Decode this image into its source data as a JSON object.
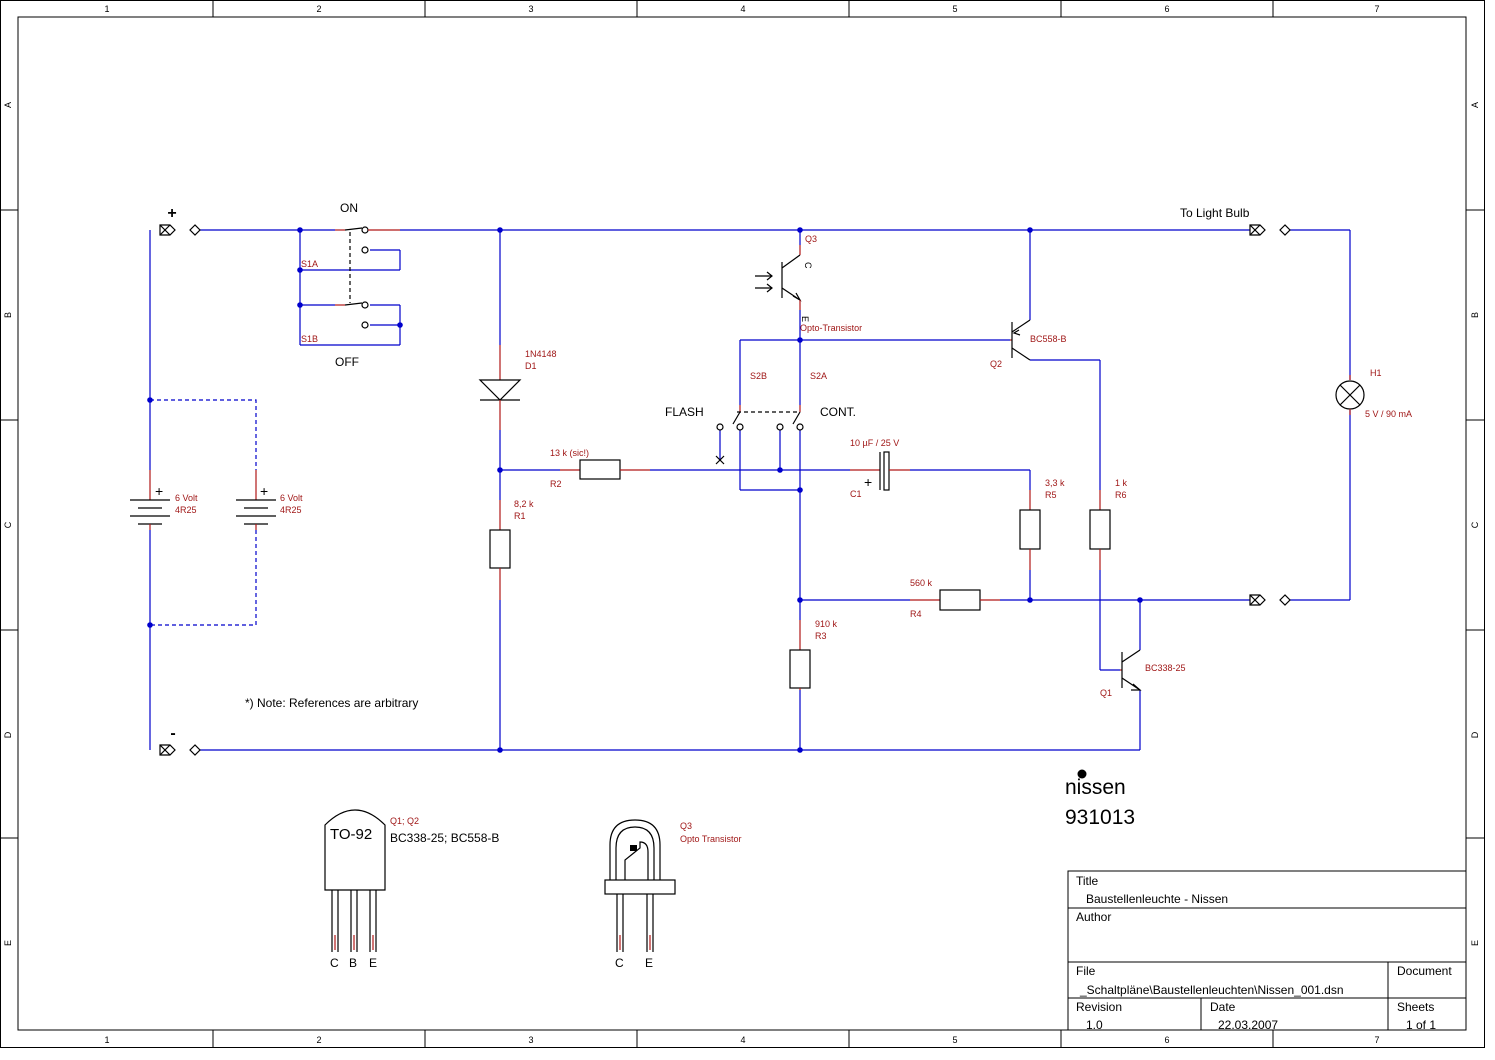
{
  "frame": {
    "col_labels": [
      "1",
      "2",
      "3",
      "4",
      "5",
      "6",
      "7"
    ],
    "row_labels": [
      "A",
      "B",
      "C",
      "D",
      "E"
    ]
  },
  "labels": {
    "plus": "+",
    "minus": "-",
    "on": "ON",
    "off": "OFF",
    "s1a": "S1A",
    "s1b": "S1B",
    "to_light_bulb": "To Light Bulb",
    "flash": "FLASH",
    "cont": "CONT.",
    "s2a": "S2A",
    "s2b": "S2B",
    "note": "*) Note: References are arbitrary",
    "c_pin": "C",
    "e_pin": "E"
  },
  "components": {
    "bat1": {
      "plus": "+",
      "value": "6 Volt",
      "type": "4R25"
    },
    "bat2": {
      "plus": "+",
      "value": "6 Volt",
      "type": "4R25"
    },
    "d1": {
      "part": "1N4148",
      "ref": "D1"
    },
    "r1": {
      "value": "8,2 k",
      "ref": "R1"
    },
    "r2": {
      "value": "13 k (sic!)",
      "ref": "R2"
    },
    "r3": {
      "value": "910 k",
      "ref": "R3"
    },
    "r4": {
      "value": "560 k",
      "ref": "R4"
    },
    "r5": {
      "value": "3,3 k",
      "ref": "R5"
    },
    "r6": {
      "value": "1 k",
      "ref": "R6"
    },
    "c1": {
      "value": "10 µF / 25 V",
      "ref": "C1",
      "plus": "+"
    },
    "q1": {
      "part": "BC338-25",
      "ref": "Q1"
    },
    "q2": {
      "part": "BC558-B",
      "ref": "Q2"
    },
    "q3": {
      "ref": "Q3",
      "part": "Opto-Transistor",
      "c": "C",
      "e": "E"
    },
    "h1": {
      "ref": "H1",
      "value": "5 V / 90 mA"
    }
  },
  "packages": {
    "to92": {
      "title": "TO-92",
      "refs": "Q1; Q2",
      "parts": "BC338-25; BC558-B",
      "pins": [
        "C",
        "B",
        "E"
      ]
    },
    "opto": {
      "ref": "Q3",
      "desc": "Opto Transistor",
      "pins": [
        "C",
        "E"
      ]
    }
  },
  "logo": {
    "name": "nissen",
    "number": "931013"
  },
  "title_block": {
    "title_label": "Title",
    "title": "Baustellenleuchte - Nissen",
    "author_label": "Author",
    "author": "",
    "file_label": "File",
    "file": "_Schaltpläne\\Baustellenleuchten\\Nissen_001.dsn",
    "document_label": "Document",
    "revision_label": "Revision",
    "revision": "1.0",
    "date_label": "Date",
    "date": "22.03.2007",
    "sheets_label": "Sheets",
    "sheets": "1 of 1"
  },
  "colors": {
    "wire": "#0000cc",
    "component_text": "#a01818",
    "lead": "#b01818",
    "symbol": "#000000"
  }
}
